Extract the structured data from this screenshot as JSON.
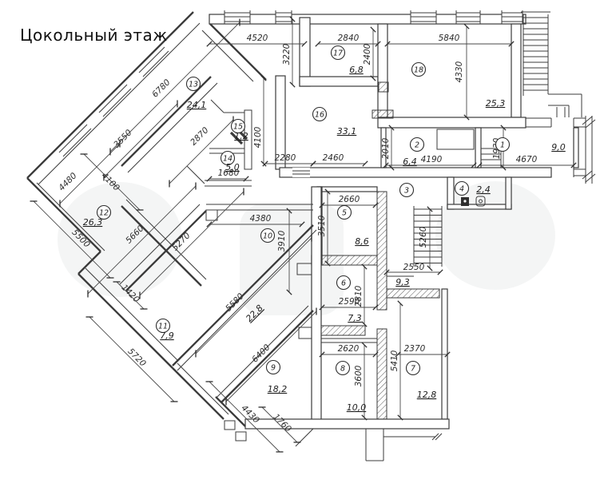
{
  "title": "Цокольный этаж",
  "colors": {
    "line": "#3b3b3b",
    "text": "#1e1e1e",
    "background": "#ffffff",
    "watermark": "#868d94"
  },
  "corridor": {
    "area": "9,3"
  },
  "rooms": {
    "r1": {
      "num": "1",
      "area": "9,0"
    },
    "r2": {
      "num": "2",
      "area": "6,4"
    },
    "r3": {
      "num": "3"
    },
    "r4": {
      "num": "4",
      "area": "2,4"
    },
    "r5": {
      "num": "5",
      "area": "8,6"
    },
    "r6": {
      "num": "6",
      "area": "7,3"
    },
    "r7": {
      "num": "7",
      "area": "12,8"
    },
    "r8": {
      "num": "8",
      "area": "10,0"
    },
    "r9": {
      "num": "9",
      "area": "18,2"
    },
    "r10": {
      "num": "10",
      "area": "22,8"
    },
    "r11": {
      "num": "11",
      "area": "7,9"
    },
    "r12": {
      "num": "12",
      "area": "26,3"
    },
    "r13": {
      "num": "13",
      "area": "24,1"
    },
    "r14": {
      "num": "14",
      "area": "5,0"
    },
    "r15": {
      "num": "15",
      "area": "1,2"
    },
    "r16": {
      "num": "16",
      "area": "33,1"
    },
    "r17": {
      "num": "17",
      "area": "6,8"
    },
    "r18": {
      "num": "18",
      "area": "25,3"
    }
  },
  "dims": {
    "d4520": "4520",
    "d2840": "2840",
    "d5840": "5840",
    "d2400": "2400",
    "d4330": "4330",
    "d3220": "3220",
    "d4100v": "4100",
    "d2280": "2280",
    "d2460": "2460",
    "d2010": "2010",
    "d4190": "4190",
    "d1930": "1930",
    "d4670": "4670",
    "d2660": "2660",
    "d3510": "3510",
    "d5260": "5260",
    "d2550": "2550",
    "d2590": "2590",
    "d2810": "2810",
    "d2620": "2620",
    "d2370": "2370",
    "d5410": "5410",
    "d3600": "3600",
    "d6780": "6780",
    "d3550": "3550",
    "d2870": "2870",
    "d1680": "1680",
    "d4480": "4480",
    "d4100d": "4100",
    "d5500": "5500",
    "d5660": "5660",
    "d5270": "5270",
    "d1420": "1420",
    "d4380": "4380",
    "d3910": "3910",
    "d5580": "5580",
    "d5720": "5720",
    "d6400": "6400",
    "d4430": "4430",
    "d1760": "1760"
  }
}
